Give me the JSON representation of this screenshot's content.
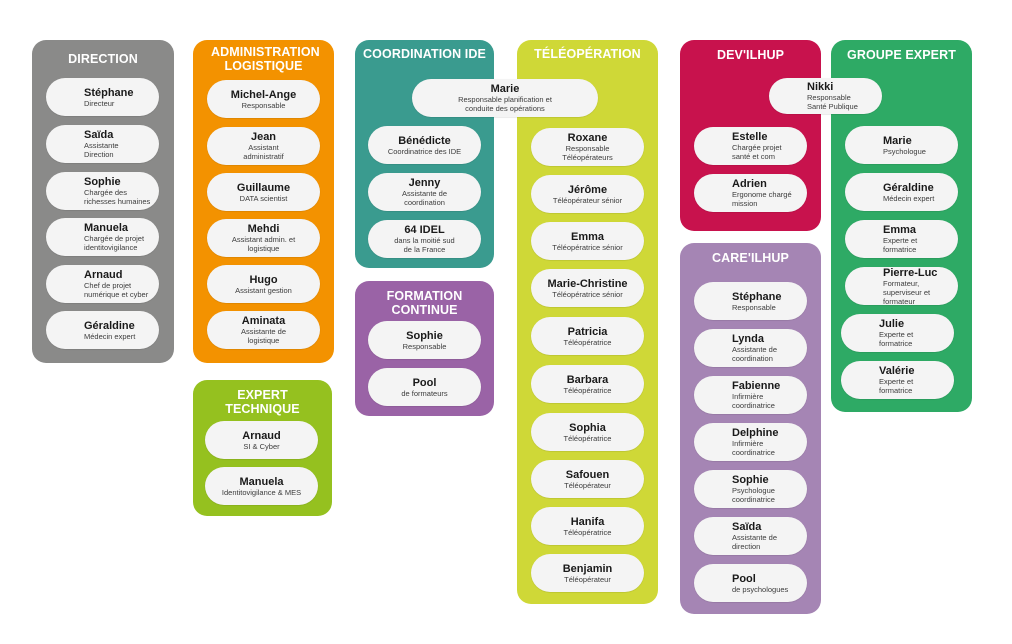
{
  "colors": {
    "direction": "#8a8a89",
    "administration": "#f39200",
    "expert_technique": "#95c11f",
    "coordination": "#3a9b8f",
    "formation": "#9a63a6",
    "teleoperation": "#cfd837",
    "devilhup": "#c8124d",
    "careilhup": "#a585b4",
    "groupe_expert": "#2eaa65",
    "card": "#f4f4f4"
  },
  "groups": {
    "direction": {
      "title": "DIRECTION",
      "members": [
        {
          "name": "Stéphane",
          "role": "Directeur"
        },
        {
          "name": "Saïda",
          "role": "Assistante Direction"
        },
        {
          "name": "Sophie",
          "role": "Chargée des richesses humaines"
        },
        {
          "name": "Manuela",
          "role": "Chargée de projet identitovigilance"
        },
        {
          "name": "Arnaud",
          "role": "Chef de projet numérique et cyber"
        },
        {
          "name": "Géraldine",
          "role": "Médecin expert"
        }
      ]
    },
    "administration": {
      "title": "ADMINISTRATION LOGISTIQUE",
      "members": [
        {
          "name": "Michel-Ange",
          "role": "Responsable"
        },
        {
          "name": "Jean",
          "role": "Assistant administratif"
        },
        {
          "name": "Guillaume",
          "role": "DATA scientist"
        },
        {
          "name": "Mehdi",
          "role": "Assistant admin. et logistique"
        },
        {
          "name": "Hugo",
          "role": "Assistant gestion"
        },
        {
          "name": "Aminata",
          "role": "Assistante de logistique"
        }
      ]
    },
    "expert_technique": {
      "title": "EXPERT TECHNIQUE",
      "members": [
        {
          "name": "Arnaud",
          "role": "SI & Cyber"
        },
        {
          "name": "Manuela",
          "role": "Identitovigilance & MES"
        }
      ]
    },
    "coordination": {
      "title": "COORDINATION IDE",
      "members": [
        {
          "name": "Bénédicte",
          "role": "Coordinatrice des IDE"
        },
        {
          "name": "Jenny",
          "role": "Assistante de coordination"
        },
        {
          "name": "64 IDEL",
          "role": "dans la moitié sud de la France"
        }
      ]
    },
    "shared_coord_tele": {
      "name": "Marie",
      "role": "Responsable planification et conduite des opérations"
    },
    "formation": {
      "title": "FORMATION CONTINUE",
      "members": [
        {
          "name": "Sophie",
          "role": "Responsable"
        },
        {
          "name": "Pool",
          "role": "de formateurs"
        }
      ]
    },
    "teleoperation": {
      "title": "TÉLÉOPÉRATION",
      "members": [
        {
          "name": "Roxane",
          "role": "Responsable Téléopérateurs"
        },
        {
          "name": "Jérôme",
          "role": "Téléopérateur sénior"
        },
        {
          "name": "Emma",
          "role": "Téléopératrice sénior"
        },
        {
          "name": "Marie-Christine",
          "role": "Téléopératrice sénior"
        },
        {
          "name": "Patricia",
          "role": "Téléopératrice"
        },
        {
          "name": "Barbara",
          "role": "Téléopératrice"
        },
        {
          "name": "Sophia",
          "role": "Téléopératrice"
        },
        {
          "name": "Safouen",
          "role": "Téléopérateur"
        },
        {
          "name": "Hanifa",
          "role": "Téléopératrice"
        },
        {
          "name": "Benjamin",
          "role": "Téléopérateur"
        }
      ]
    },
    "devilhup": {
      "title": "DEV'ILHUP",
      "members": [
        {
          "name": "Estelle",
          "role": "Chargée projet santé et com"
        },
        {
          "name": "Adrien",
          "role": "Ergonome chargé mission"
        }
      ]
    },
    "shared_dev_expert": {
      "name": "Nikki",
      "role": "Responsable Santé Publique"
    },
    "careilhup": {
      "title": "CARE'ILHUP",
      "members": [
        {
          "name": "Stéphane",
          "role": "Responsable"
        },
        {
          "name": "Lynda",
          "role": "Assistante de coordination"
        },
        {
          "name": "Fabienne",
          "role": "Infirmière coordinatrice"
        },
        {
          "name": "Delphine",
          "role": "Infirmière coordinatrice"
        },
        {
          "name": "Sophie",
          "role": "Psychologue coordinatrice"
        },
        {
          "name": "Saïda",
          "role": "Assistante de direction"
        },
        {
          "name": "Pool",
          "role": "de psychologues"
        }
      ]
    },
    "groupe_expert": {
      "title": "GROUPE EXPERT",
      "members": [
        {
          "name": "Marie",
          "role": "Psychologue"
        },
        {
          "name": "Géraldine",
          "role": "Médecin expert"
        },
        {
          "name": "Emma",
          "role": "Experte et formatrice"
        },
        {
          "name": "Pierre-Luc",
          "role": "Formateur, superviseur et formateur"
        },
        {
          "name": "Julie",
          "role": "Experte et formatrice"
        },
        {
          "name": "Valérie",
          "role": "Experte et formatrice"
        }
      ]
    }
  }
}
